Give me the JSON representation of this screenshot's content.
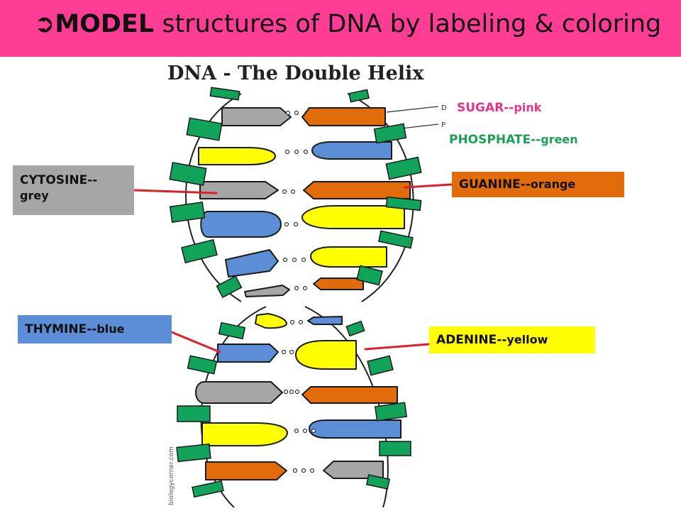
{
  "header": {
    "arrow": "➲",
    "title_bold": "MODEL",
    "title_rest": " structures of DNA by labeling & coloring",
    "bg": "#ff3d94"
  },
  "figure": {
    "title": "DNA - The Double Helix",
    "side_marks": {
      "d": "D",
      "p": "P"
    },
    "watermark": "biologycorner.com"
  },
  "labels": {
    "sugar": {
      "name": "SUGAR--",
      "color_word": "pink",
      "hex": "#e8338d"
    },
    "phosphate": {
      "name": "PHOSPHATE--",
      "color_word": "green",
      "hex": "#1f9e56"
    },
    "cytosine": {
      "name": "CYTOSINE--",
      "color_word": "grey",
      "hex": "#a6a6a6"
    },
    "guanine": {
      "name": "GUANINE--",
      "color_word": "orange",
      "hex": "#e26b0a"
    },
    "thymine": {
      "name": "THYMINE--",
      "color_word": "blue",
      "hex": "#5b8ed6"
    },
    "adenine": {
      "name": "ADENINE--",
      "color_word": "yellow",
      "hex": "#ffff00"
    }
  },
  "colors": {
    "phosphate": "#11a35a",
    "pointer": "#dd1f2b"
  }
}
